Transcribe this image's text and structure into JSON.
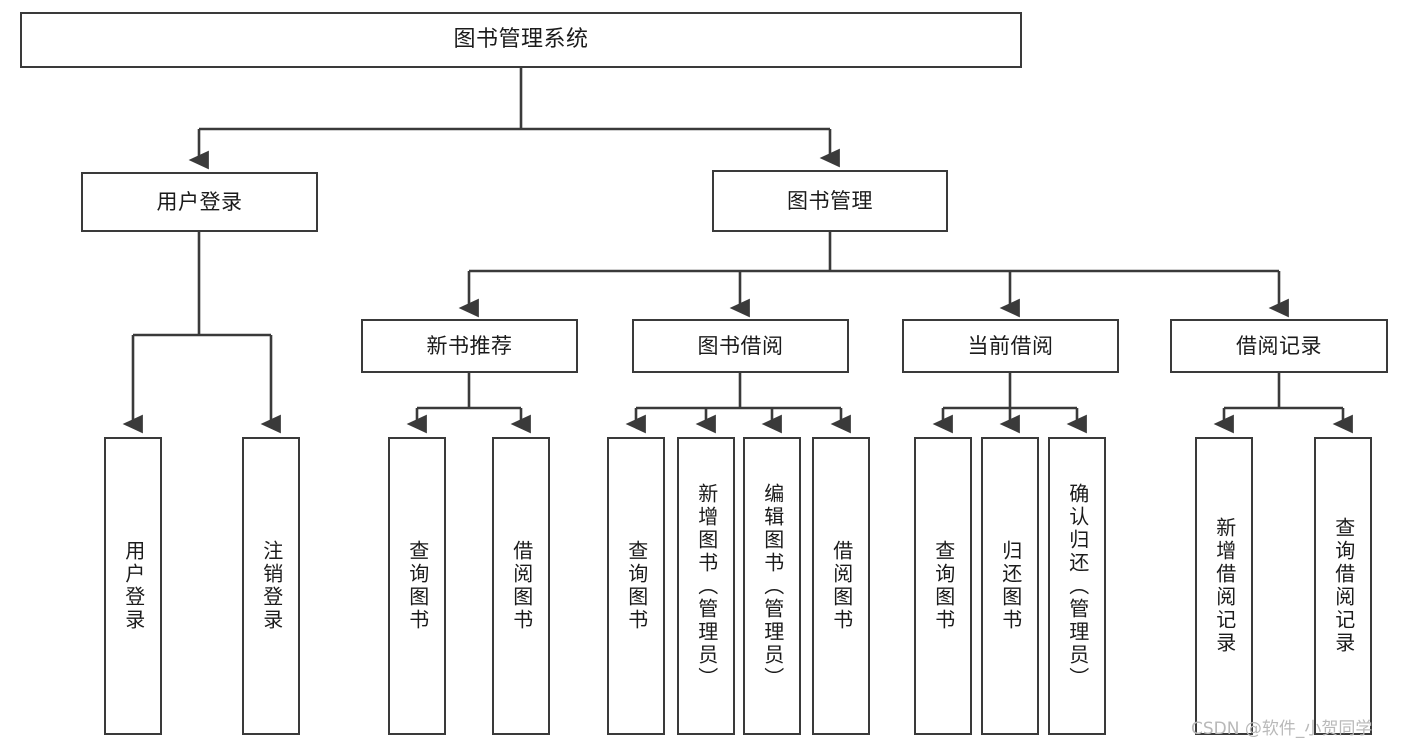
{
  "diagram": {
    "title": "图书管理系统",
    "type": "tree-hierarchy-chart",
    "orientation": "top-down",
    "colors": {
      "box_border": "#3a3a3a",
      "box_fill": "#ffffff",
      "connector": "#3a3a3a",
      "text": "#1b1b1b",
      "watermark": "#b9b9b9"
    }
  },
  "root": {
    "label": "图书管理系统"
  },
  "level1": [
    {
      "label": "用户登录"
    },
    {
      "label": "图书管理"
    }
  ],
  "level2": [
    {
      "label": "新书推荐"
    },
    {
      "label": "图书借阅"
    },
    {
      "label": "当前借阅"
    },
    {
      "label": "借阅记录"
    }
  ],
  "leaves": {
    "user_login": [
      {
        "label": "用户登录"
      },
      {
        "label": "注销登录"
      }
    ],
    "new_book_recommend": [
      {
        "label": "查询图书"
      },
      {
        "label": "借阅图书"
      }
    ],
    "book_borrow": [
      {
        "label": "查询图书"
      },
      {
        "label": "新增图书（管理员）"
      },
      {
        "label": "编辑图书（管理员）"
      },
      {
        "label": "借阅图书"
      }
    ],
    "current_borrow": [
      {
        "label": "查询图书"
      },
      {
        "label": "归还图书"
      },
      {
        "label": "确认归还（管理员）"
      }
    ],
    "borrow_record": [
      {
        "label": "新增借阅记录"
      },
      {
        "label": "查询借阅记录"
      }
    ]
  },
  "watermark": {
    "text": "CSDN @软件_小贺同学"
  }
}
